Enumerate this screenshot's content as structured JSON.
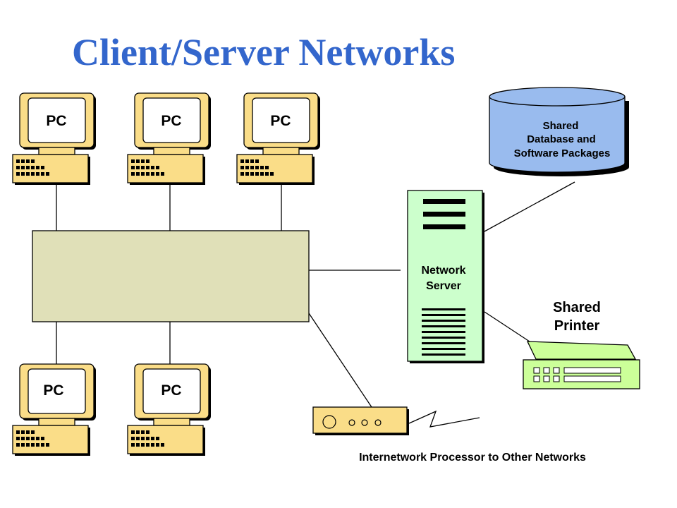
{
  "title": "Client/Server Networks",
  "pcs": [
    {
      "label": "PC"
    },
    {
      "label": "PC"
    },
    {
      "label": "PC"
    },
    {
      "label": "PC"
    },
    {
      "label": "PC"
    }
  ],
  "database": {
    "lines": [
      "Shared",
      "Database and",
      "Software Packages"
    ]
  },
  "server": {
    "lines": [
      "Network",
      "Server"
    ]
  },
  "printer": {
    "lines": [
      "Shared",
      "Printer"
    ]
  },
  "internetwork": {
    "label": "Internetwork Processor to Other Networks"
  },
  "colors": {
    "title": "#3366cc",
    "monitor": "#fadd88",
    "keyboard": "#fadd88",
    "hub": "#e0e0b8",
    "server": "#ccffcc",
    "printer": "#ccff99",
    "database": "#99bbee",
    "modem": "#fadd88"
  }
}
